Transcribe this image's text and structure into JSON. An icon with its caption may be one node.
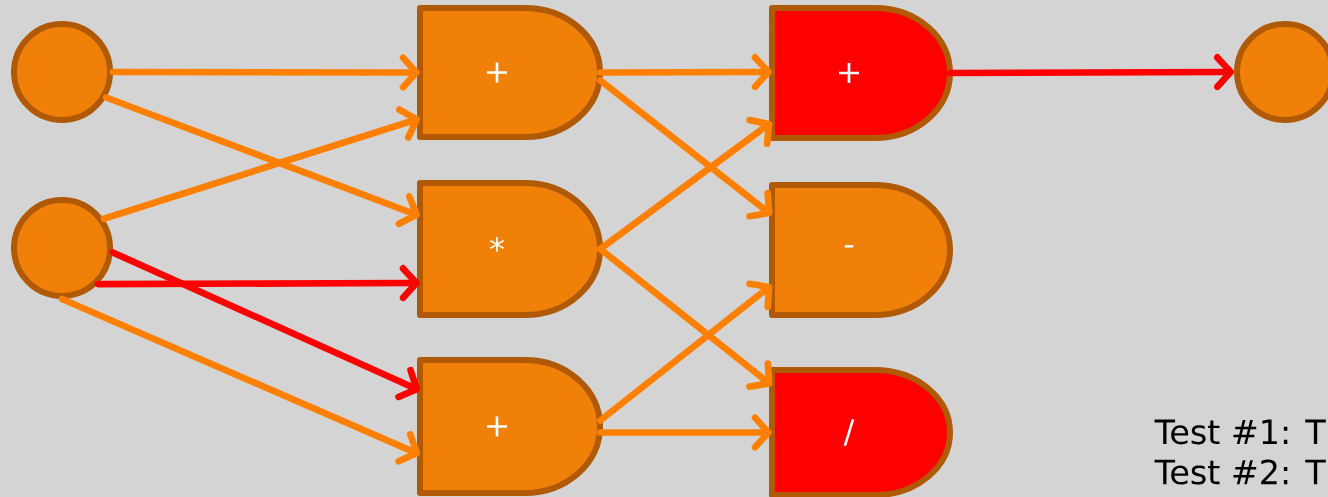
{
  "diagram": {
    "nodes": [
      {
        "text": [],
        "shape": "circle"
      },
      {
        "text": [],
        "shape": "circle"
      },
      {
        "text": [
          "+"
        ]
      },
      {
        "text": [
          "*"
        ]
      },
      {
        "text": [
          "+"
        ]
      },
      {
        "text": [
          "+"
        ]
      },
      {
        "text": [
          "-"
        ]
      },
      {
        "text": [
          "/"
        ]
      },
      {
        "text": [],
        "shape": "circle"
      }
    ],
    "edges": [
      {
        "from": 0,
        "to": 2,
        "arrow": "to"
      },
      {
        "from": 0,
        "to": 3,
        "arrow": "to"
      },
      {
        "from": 1,
        "to": 2,
        "arrow": "to"
      },
      {
        "from": 1,
        "to": 3,
        "arrow": "to",
        "color": "#ff0000"
      },
      {
        "from": 1,
        "to": 4,
        "arrow": "to",
        "color": "#ff0000"
      },
      {
        "from": 1,
        "to": 4,
        "arrow": "to"
      },
      {
        "from": 2,
        "to": 5,
        "arrow": "to"
      },
      {
        "from": 2,
        "to": 6,
        "arrow": "to"
      },
      {
        "from": 3,
        "to": 5,
        "arrow": "to"
      },
      {
        "from": 3,
        "to": 7,
        "arrow": "to"
      },
      {
        "from": 4,
        "to": 6,
        "arrow": "to"
      },
      {
        "from": 4,
        "to": 7,
        "arrow": "to"
      },
      {
        "from": 5,
        "to": 8,
        "arrow": "to",
        "color": "#ff0000"
      }
    ],
    "labels": [
      "Test #1: T",
      "Test #2: T"
    ]
  }
}
